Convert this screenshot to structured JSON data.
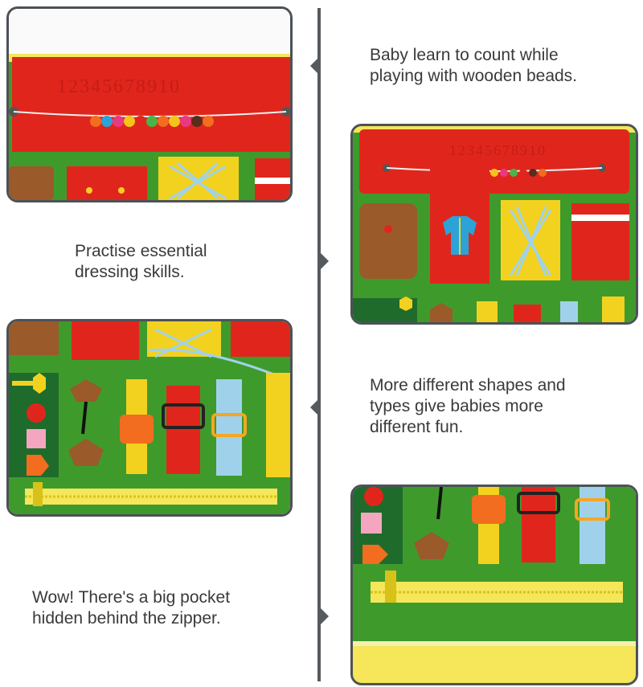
{
  "captions": {
    "counting": "Baby learn to count while\nplaying with wooden beads.",
    "dressing": "Practise essential\ndressing skills.",
    "shapes": "More different shapes and\ntypes give babies more\ndifferent fun.",
    "pocket": "Wow! There's a big pocket\nhidden behind the zipper."
  },
  "board": {
    "number_strip": "12345678910"
  },
  "colors": {
    "felt_green": "#3f9a2c",
    "felt_red": "#e0261c",
    "felt_yellow": "#f3d21f",
    "border_yellow": "#f5e65a",
    "felt_dark_green": "#1f6b2c",
    "leather_brown": "#9a5a2a",
    "light_blue": "#9fd2ea",
    "orange": "#f26d1f",
    "pink": "#f4a6c0",
    "timeline": "#555a5f"
  }
}
